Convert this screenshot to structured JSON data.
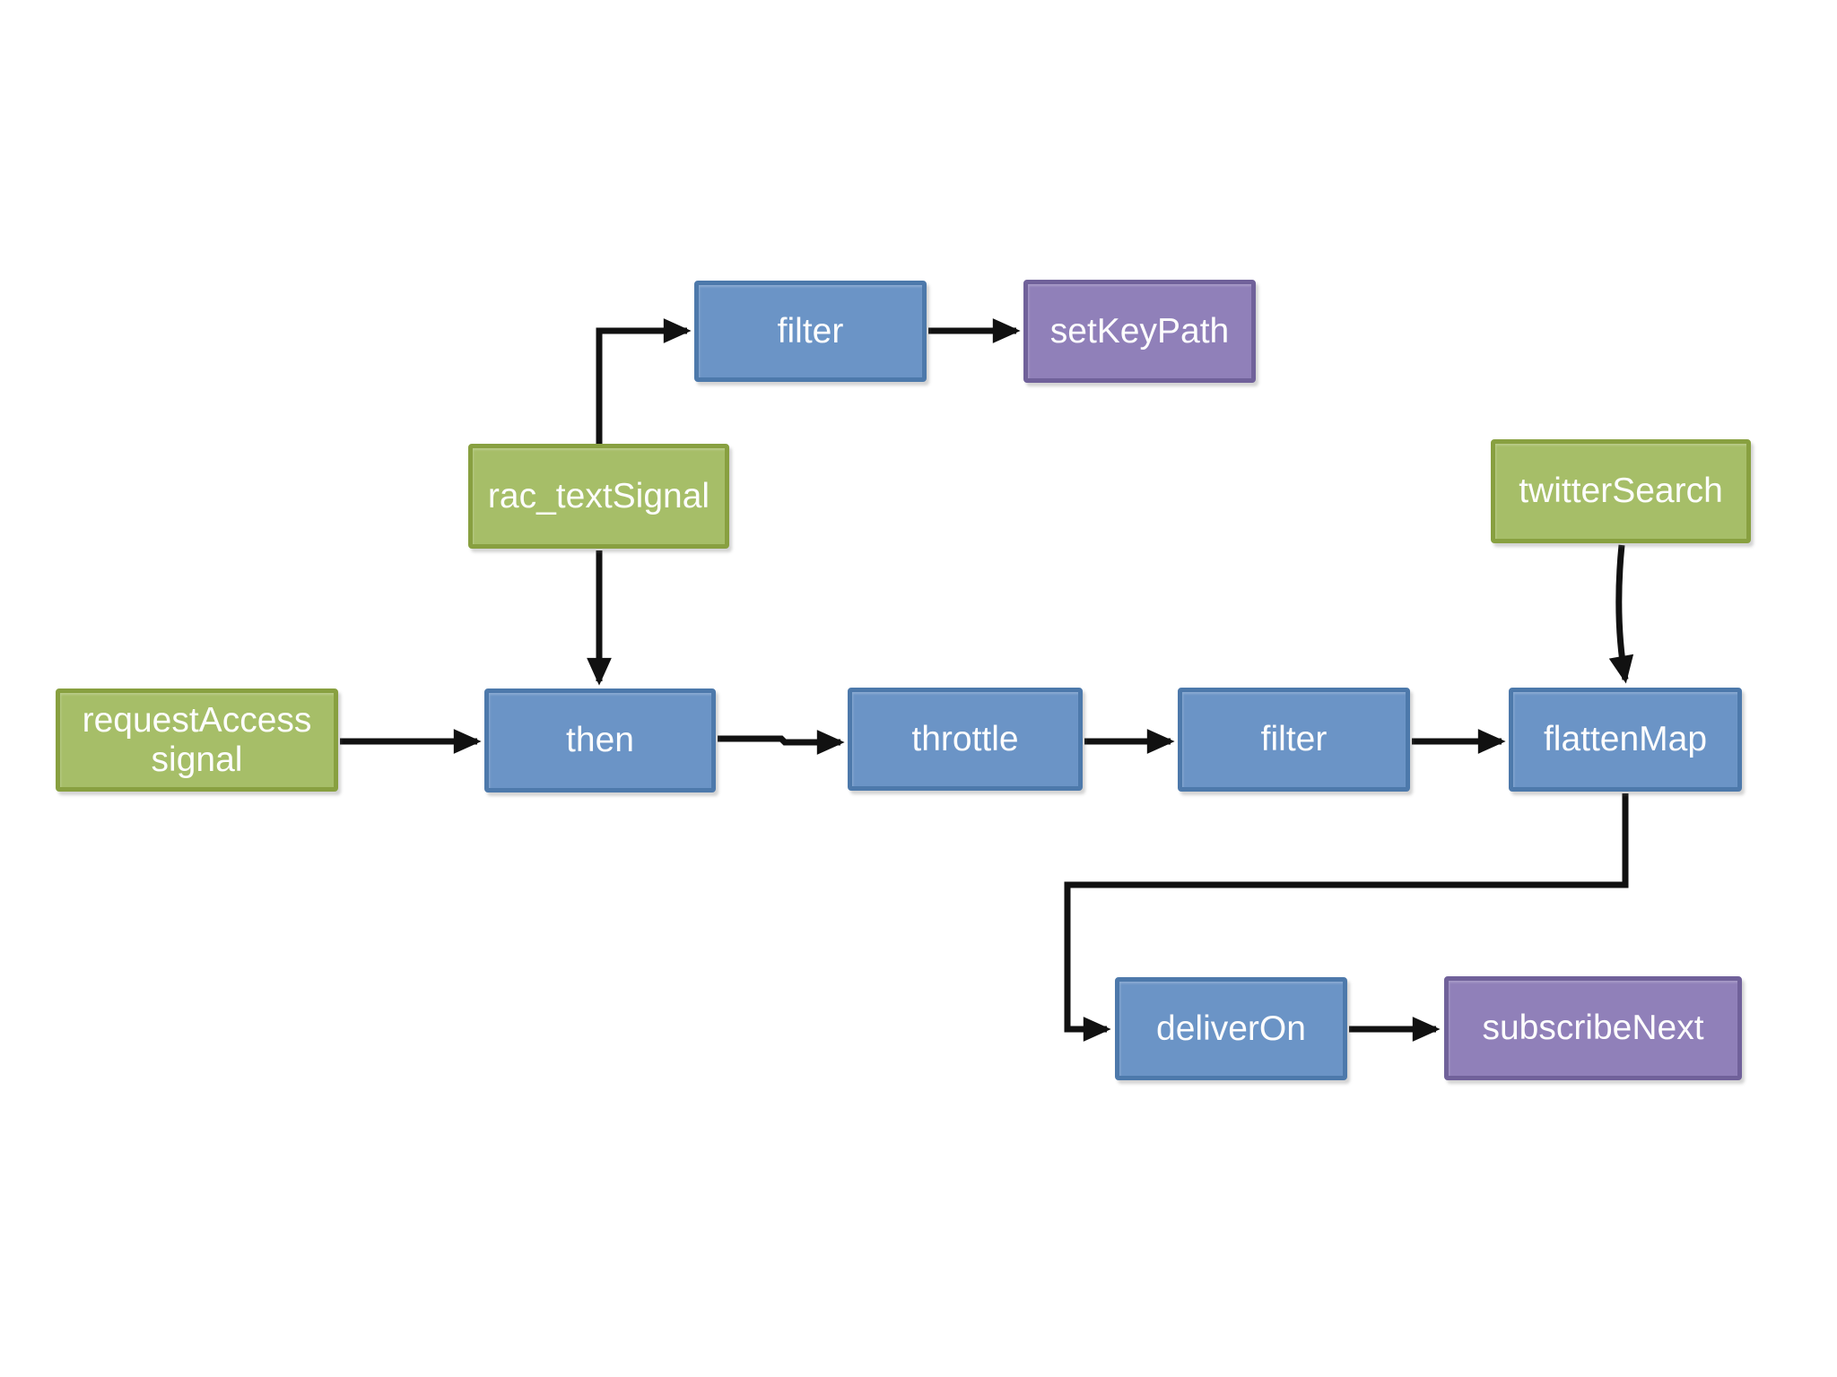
{
  "diagram": {
    "description": "ReactiveCocoa signal pipeline flowchart",
    "colors": {
      "background": "#ffffff",
      "blue_fill": "#6b94c6",
      "blue_border": "#4d79ab",
      "green_fill": "#a6be68",
      "green_border": "#88a040",
      "purple_fill": "#9080b9",
      "purple_border": "#70619a",
      "connector": "#111111",
      "label_text": "#fdfdfd"
    },
    "nodes": [
      {
        "id": "filter-top",
        "label": "filter",
        "color": "blue"
      },
      {
        "id": "set-key-path",
        "label": "setKeyPath",
        "color": "purple"
      },
      {
        "id": "rac-text-signal",
        "label": "rac_textSignal",
        "color": "green"
      },
      {
        "id": "twitter-search",
        "label": "twitterSearch",
        "color": "green"
      },
      {
        "id": "request-access",
        "label": "requestAccess signal",
        "color": "green"
      },
      {
        "id": "then",
        "label": "then",
        "color": "blue"
      },
      {
        "id": "throttle",
        "label": "throttle",
        "color": "blue"
      },
      {
        "id": "filter-mid",
        "label": "filter",
        "color": "blue"
      },
      {
        "id": "flatten-map",
        "label": "flattenMap",
        "color": "blue"
      },
      {
        "id": "deliver-on",
        "label": "deliverOn",
        "color": "blue"
      },
      {
        "id": "subscribe-next",
        "label": "subscribeNext",
        "color": "purple"
      }
    ],
    "edges": [
      {
        "from": "rac-text-signal",
        "to": "filter-top"
      },
      {
        "from": "filter-top",
        "to": "set-key-path"
      },
      {
        "from": "rac-text-signal",
        "to": "then"
      },
      {
        "from": "request-access",
        "to": "then"
      },
      {
        "from": "then",
        "to": "throttle"
      },
      {
        "from": "throttle",
        "to": "filter-mid"
      },
      {
        "from": "filter-mid",
        "to": "flatten-map"
      },
      {
        "from": "twitter-search",
        "to": "flatten-map"
      },
      {
        "from": "flatten-map",
        "to": "deliver-on"
      },
      {
        "from": "deliver-on",
        "to": "subscribe-next"
      }
    ]
  }
}
